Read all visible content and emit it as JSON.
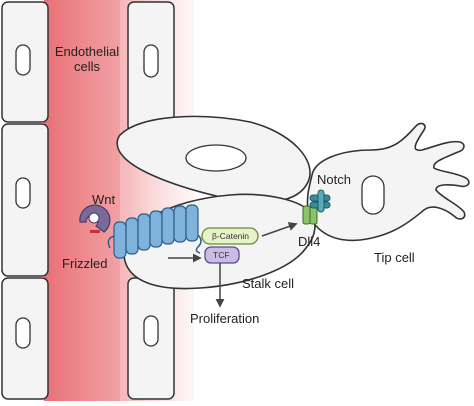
{
  "labels": {
    "endothelial": "Endothelial\ncells",
    "wnt": "Wnt",
    "frizzled": "Frizzled",
    "beta_catenin": "β-Catenin",
    "tcf": "TCF",
    "notch": "Notch",
    "dll4": "Dll4",
    "stalk_cell": "Stalk cell",
    "tip_cell": "Tip cell",
    "proliferation": "Proliferation"
  },
  "colors": {
    "gradient_red": "#e04048",
    "cell_fill": "#f4f4f4",
    "cell_stroke": "#333333",
    "nucleus_fill": "#ffffff",
    "receptor_blue": "#7fb3dd",
    "receptor_stroke": "#2b5f8a",
    "wnt_purple": "#7a6a9a",
    "beta_catenin_fill": "#e6f2c8",
    "beta_catenin_stroke": "#6a8a3a",
    "tcf_fill": "#c9bde3",
    "tcf_stroke": "#5a4a8a",
    "dll4_green": "#8ac46a",
    "notch_teal": "#3a8a9a"
  }
}
